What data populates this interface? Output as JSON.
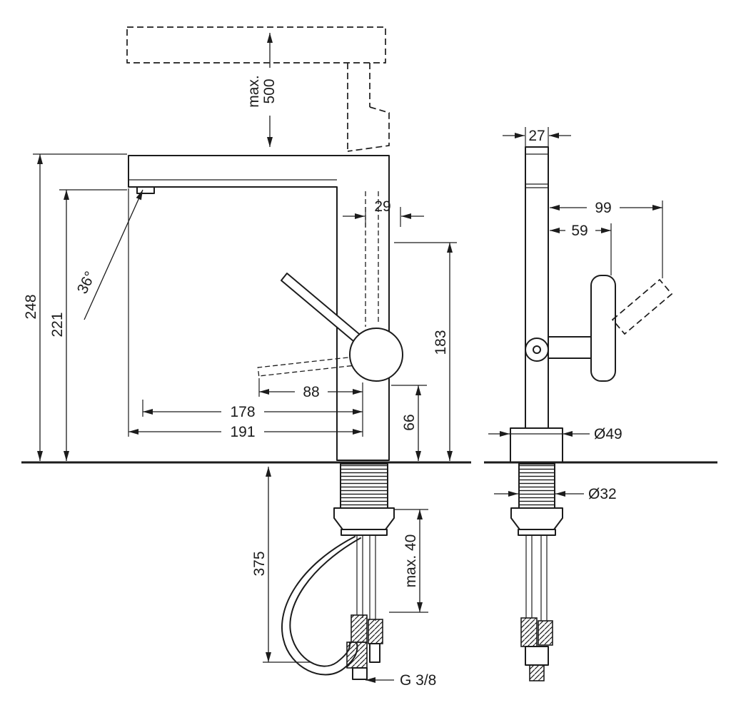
{
  "drawing": {
    "ink_color": "#1c1c1c",
    "background_color": "#ffffff",
    "front_view": {
      "max_pullout_label": "max.",
      "max_pullout_value": "500",
      "spout_offset": "29",
      "height_total": "248",
      "height_spout": "221",
      "swivel_angle": "36°",
      "height_outlet": "183",
      "handle_height": "66",
      "dim_88": "88",
      "dim_178": "178",
      "dim_191": "191",
      "hose_length": "375",
      "deck_thickness": "max. 40",
      "thread": "G 3/8"
    },
    "side_view": {
      "depth": "27",
      "reach_99": "99",
      "reach_59": "59",
      "dia_base": "Ø49",
      "dia_shank": "Ø32"
    }
  }
}
